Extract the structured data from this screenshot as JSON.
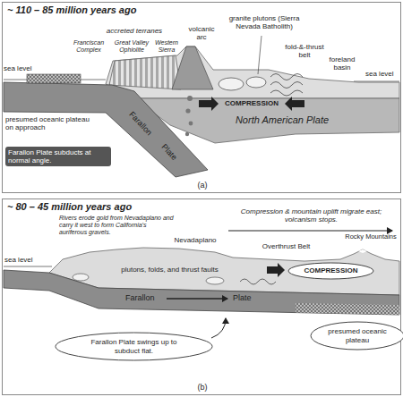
{
  "diagram": {
    "nodes": [
      {
        "text": [
          "~ 110 – 85 million years ago"
        ]
      },
      {
        "text": [
          "~ 80 – 45 million years ago"
        ]
      },
      {
        "text": [
          "Farallon Plate swings up to subduct flat."
        ],
        "in": 1
      },
      {
        "text": [
          "presumed oceanic plateau"
        ],
        "in": 1
      },
      {
        "text": [
          "COMPRESSION"
        ],
        "in": 1
      }
    ],
    "labels": [
      "sea level",
      "accreted terranes",
      "Franciscan Complex",
      "Great Valley Ophiolite",
      "Western Sierra",
      "volcanic arc",
      "granite plutons (Sierra Nevada Batholith)",
      "fold-&-thrust belt",
      "foreland basin",
      "sea level",
      "presumed oceanic plateau on approach",
      "COMPRESSION",
      "North American Plate",
      "Farallon",
      "Plate",
      "Farallon Plate subducts at normal angle.",
      "(a)",
      "sea level",
      "Rivers erode gold from Nevadaplano and carry it west to form California's auriferous gravels.",
      "Nevadaplano",
      "Overthrust Belt",
      "Rocky Mountains",
      "Compression & mountain uplift migrate east; volcanism stops.",
      "plutons, folds, and thrust faults",
      "Farallon",
      "Plate",
      "(b)"
    ]
  }
}
